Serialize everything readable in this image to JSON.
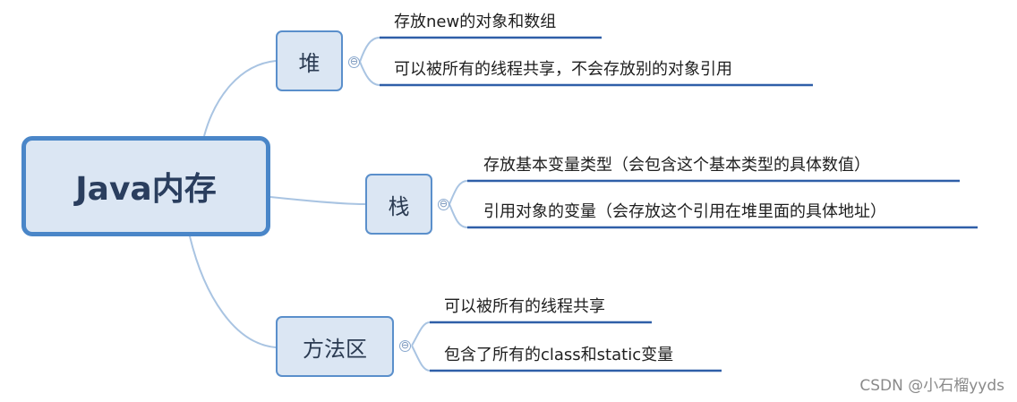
{
  "root": {
    "label": "Java内存"
  },
  "branches": [
    {
      "label": "堆",
      "leaves": [
        "存放new的对象和数组",
        "可以被所有的线程共享，不会存放别的对象引用"
      ]
    },
    {
      "label": "栈",
      "leaves": [
        "存放基本变量类型（会包含这个基本类型的具体数值）",
        "引用对象的变量（会存放这个引用在堆里面的具体地址）"
      ]
    },
    {
      "label": "方法区",
      "leaves": [
        "可以被所有的线程共享",
        "包含了所有的class和static变量"
      ]
    }
  ],
  "collapse_symbol": "⊖",
  "watermark": "CSDN @小石榴yyds",
  "colors": {
    "node_fill": "#dbe6f3",
    "node_border": "#4a86c8",
    "connector": "#a9c4e2",
    "underline": "#2f5fa8"
  }
}
